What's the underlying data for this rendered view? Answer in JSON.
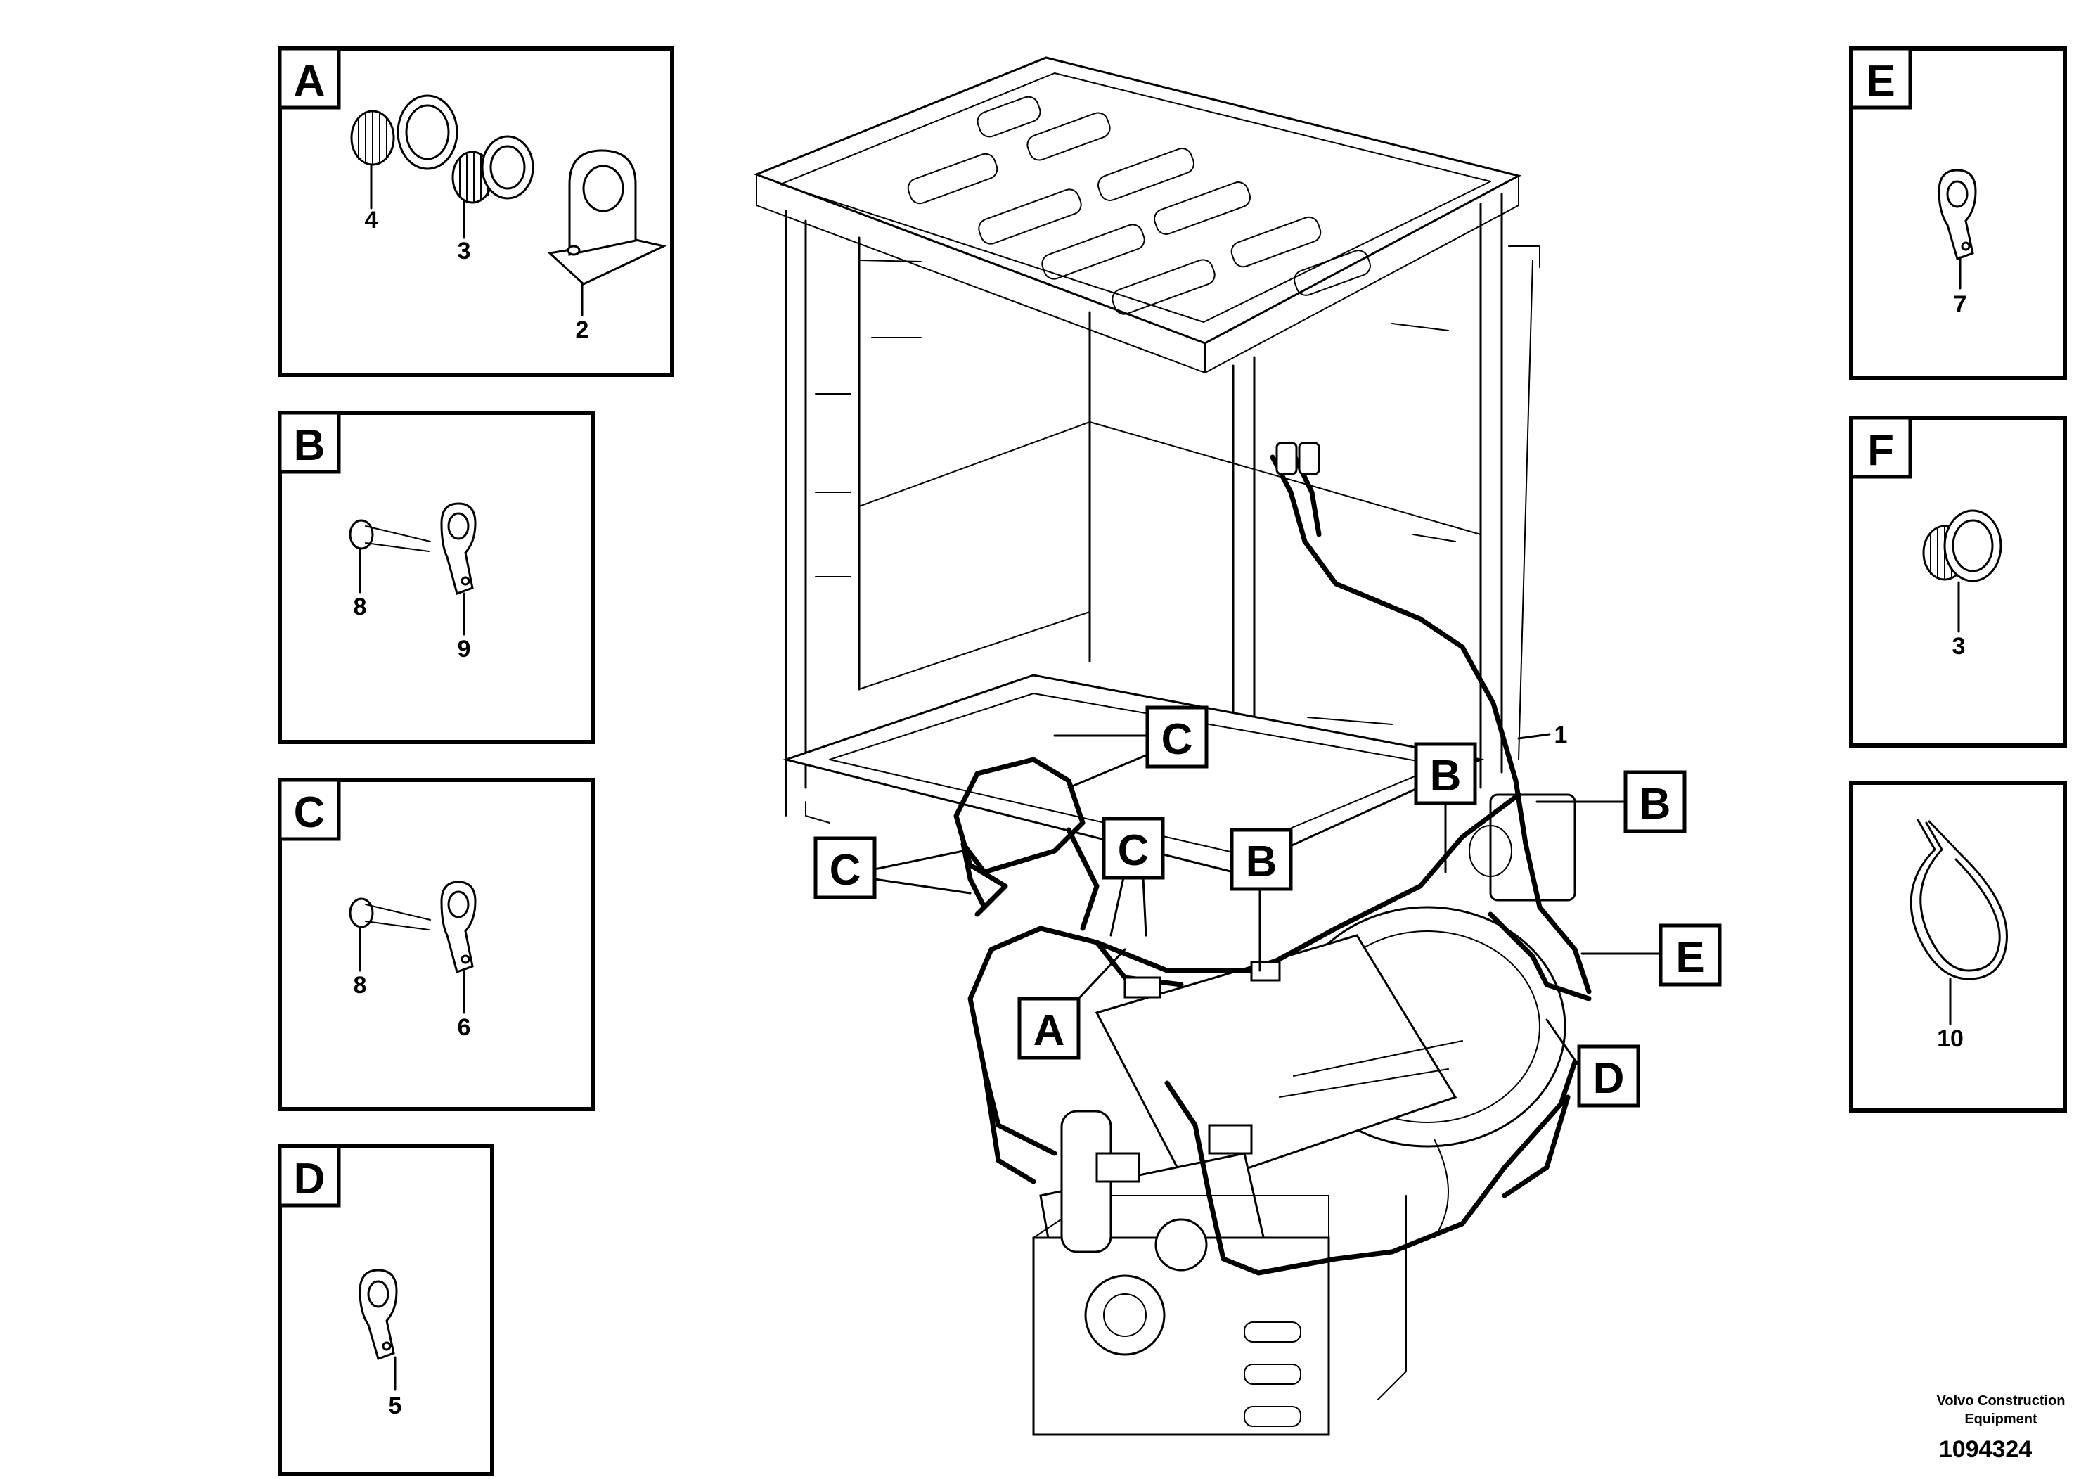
{
  "detail_boxes": {
    "A": {
      "letter": "A",
      "parts": [
        "4",
        "3",
        "2"
      ]
    },
    "B": {
      "letter": "B",
      "parts": [
        "8",
        "9"
      ]
    },
    "C": {
      "letter": "C",
      "parts": [
        "8",
        "6"
      ]
    },
    "D": {
      "letter": "D",
      "parts": [
        "5"
      ]
    },
    "E": {
      "letter": "E",
      "parts": [
        "7"
      ]
    },
    "F": {
      "letter": "F",
      "parts": [
        "3"
      ]
    },
    "tie": {
      "parts": [
        "10"
      ]
    }
  },
  "main_view": {
    "item_number": "1",
    "callouts": [
      "C",
      "C",
      "C",
      "B",
      "B",
      "B",
      "A",
      "E",
      "D"
    ]
  },
  "footer": {
    "brand_line1": "Volvo Construction",
    "brand_line2": "Equipment",
    "drawing_number": "1094324"
  }
}
